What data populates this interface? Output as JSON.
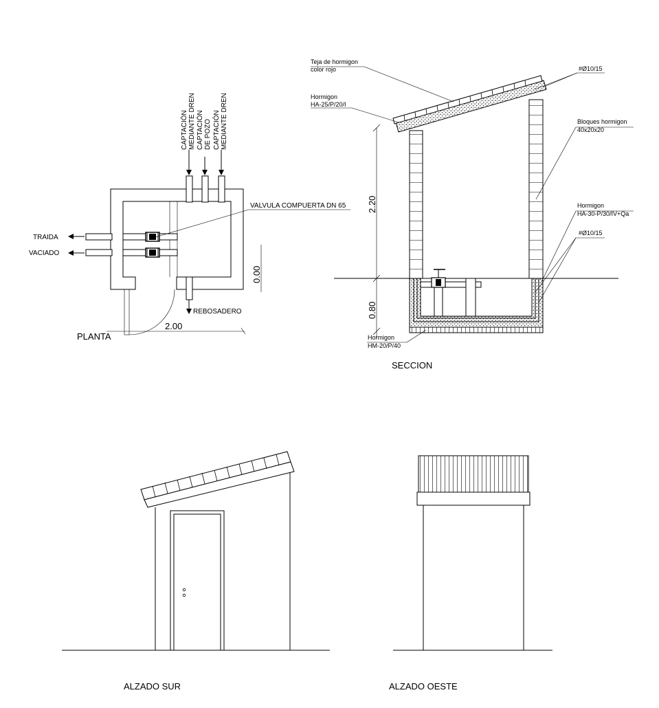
{
  "planta": {
    "title": "PLANTA",
    "inlets": [
      "CAPTACIÓN MEDIANTE DREN",
      "CAPTACIÓN DE POZO",
      "CAPTACIÓN MEDIANTE DREN"
    ],
    "inlet_lines": [
      [
        "CAPTACIÓN",
        "MEDIANTE DREN"
      ],
      [
        "CAPTACIÓN",
        "DE POZO"
      ],
      [
        "CAPTACIÓN",
        "MEDIANTE DREN"
      ]
    ],
    "valve_label": "VALVULA COMPUERTA DN 65",
    "outlet_top": "TRAIDA",
    "outlet_bottom": "VACIADO",
    "overflow": "REBOSADERO",
    "dim_width": "2.00",
    "dim_depth": "0.00"
  },
  "seccion": {
    "title": "SECCION",
    "roof_tile": [
      "Teja de hormigon",
      "color rojo"
    ],
    "roof_concrete": [
      "Hormigon",
      "HA-25/P/20/I"
    ],
    "rebar_top": "#Ø10/15",
    "blocks": [
      "Bloques hormigon",
      "40x20x20"
    ],
    "base_concrete": [
      "Hormigon",
      "HA-30-P/30/IV+Qa"
    ],
    "rebar_bottom": "#Ø10/15",
    "lean_concrete": [
      "Hormigon",
      "HM-20/P/40"
    ],
    "dim_height": "2.20",
    "dim_depth": "0.80"
  },
  "alzado_sur": {
    "title": "ALZADO SUR"
  },
  "alzado_oeste": {
    "title": "ALZADO OESTE"
  }
}
